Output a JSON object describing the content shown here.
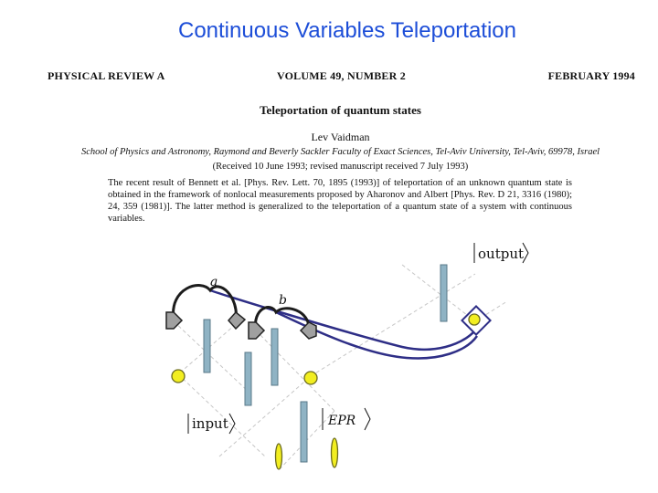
{
  "slide": {
    "title": "Continuous Variables Teleportation"
  },
  "paper": {
    "journal": "PHYSICAL REVIEW A",
    "volume": "VOLUME 49, NUMBER 2",
    "date": "FEBRUARY 1994",
    "title": "Teleportation of quantum states",
    "author": "Lev Vaidman",
    "affiliation": "School of Physics and Astronomy, Raymond and Beverly Sackler Faculty of Exact Sciences, Tel-Aviv University, Tel-Aviv, 69978, Israel",
    "received": "(Received 10 June 1993; revised manuscript received 7 July 1993)",
    "abstract": "The recent result of Bennett et al. [Phys. Rev. Lett. 70, 1895 (1993)] of teleportation of an unknown quantum state is obtained in the framework of nonlocal measurements proposed by Aharonov and Albert [Phys. Rev. D 21, 3316 (1980); 24, 359 (1981)]. The latter method is generalized to the teleportation of a quantum state of a system with continuous variables."
  },
  "diagram": {
    "labels": {
      "output": "output",
      "input": "input",
      "epr": "EPR",
      "a": "a",
      "b": "b"
    },
    "colors": {
      "plate": "#8fb3c4",
      "detector": "#a0a0a0",
      "particle": "#f2ee20",
      "wire": "#1c1c1c",
      "cable": "#2e2e86",
      "beam": "#c6c6c6"
    }
  }
}
